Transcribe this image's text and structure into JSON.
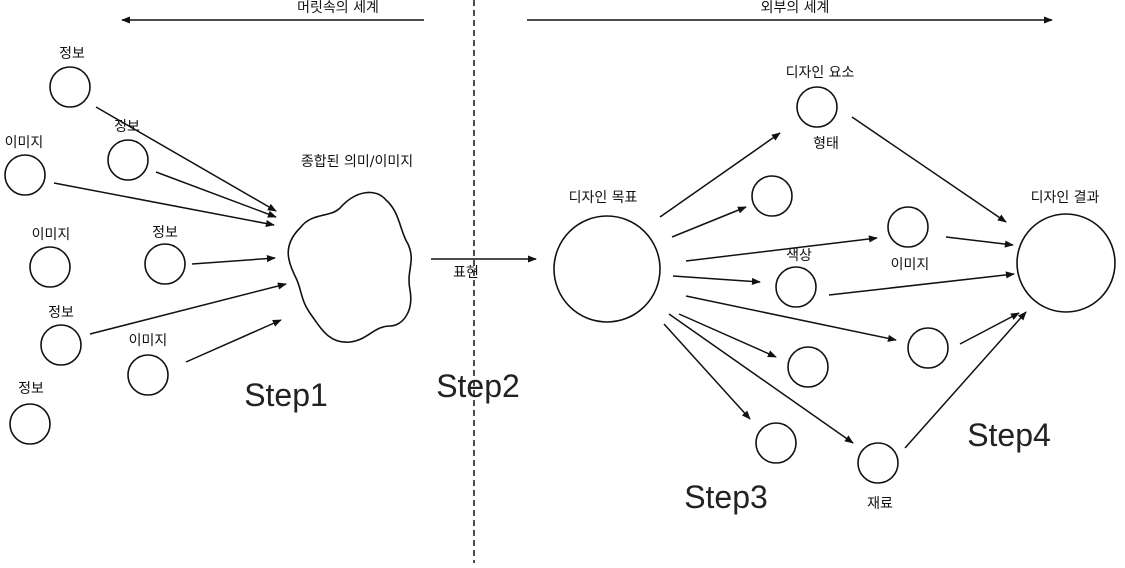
{
  "header": {
    "inner_world": "머릿속의 세계",
    "outer_world": "외부의 세계"
  },
  "left": {
    "info_label": "정보",
    "image_label": "이미지",
    "synthesized": "종합된 의미/이미지",
    "step1": "Step1"
  },
  "middle": {
    "expression": "표현",
    "step2": "Step2"
  },
  "right": {
    "design_goal": "디자인 목표",
    "design_element": "디자인 요소",
    "form": "형태",
    "color": "색상",
    "image": "이미지",
    "material": "재료",
    "design_result": "디자인 결과",
    "step3": "Step3",
    "step4": "Step4"
  }
}
